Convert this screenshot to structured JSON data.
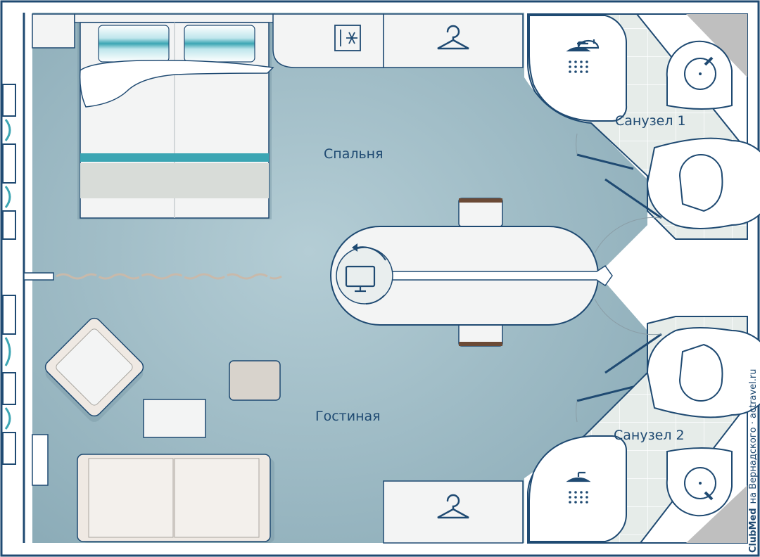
{
  "rooms": {
    "bedroom": "Спальня",
    "living_room": "Гостиная",
    "bathroom_1": "Санузел 1",
    "bathroom_2": "Санузел 2"
  },
  "watermark": {
    "brand": "ClubMed",
    "tail": "на Вернадского · actravel.ru"
  },
  "colors": {
    "floor": "#a9c3cc",
    "wall": "#1f4a72",
    "furniture": "#f3f4f4",
    "accent_stripe": "#3ba5b3"
  }
}
